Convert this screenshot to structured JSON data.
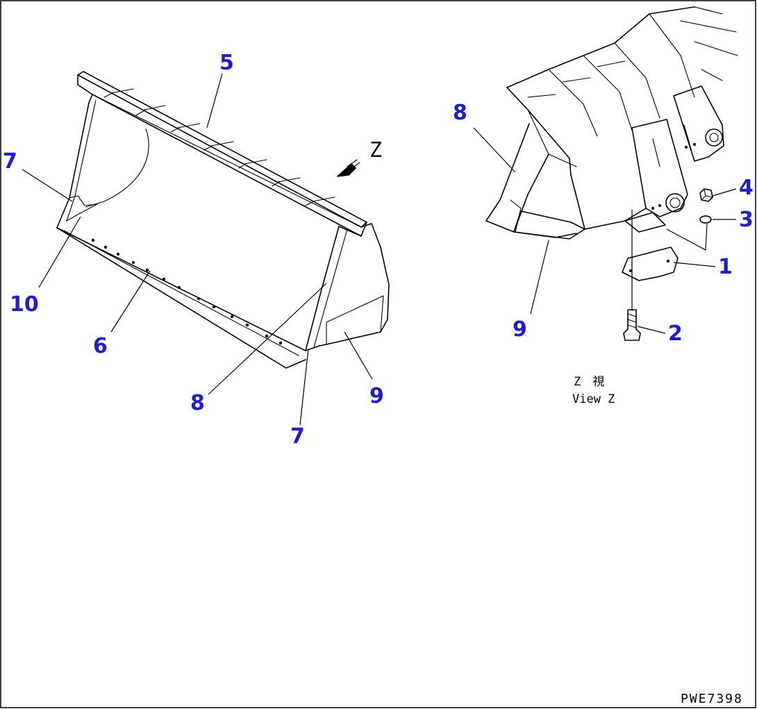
{
  "callouts": {
    "left": [
      "5",
      "7",
      "10",
      "6",
      "8",
      "7",
      "9"
    ],
    "right": [
      "8",
      "9",
      "4",
      "3",
      "1",
      "2"
    ]
  },
  "view_letter": "Z",
  "caption": {
    "jp": "Z　視",
    "en": "View Z"
  },
  "figure_code": "PWE7398"
}
